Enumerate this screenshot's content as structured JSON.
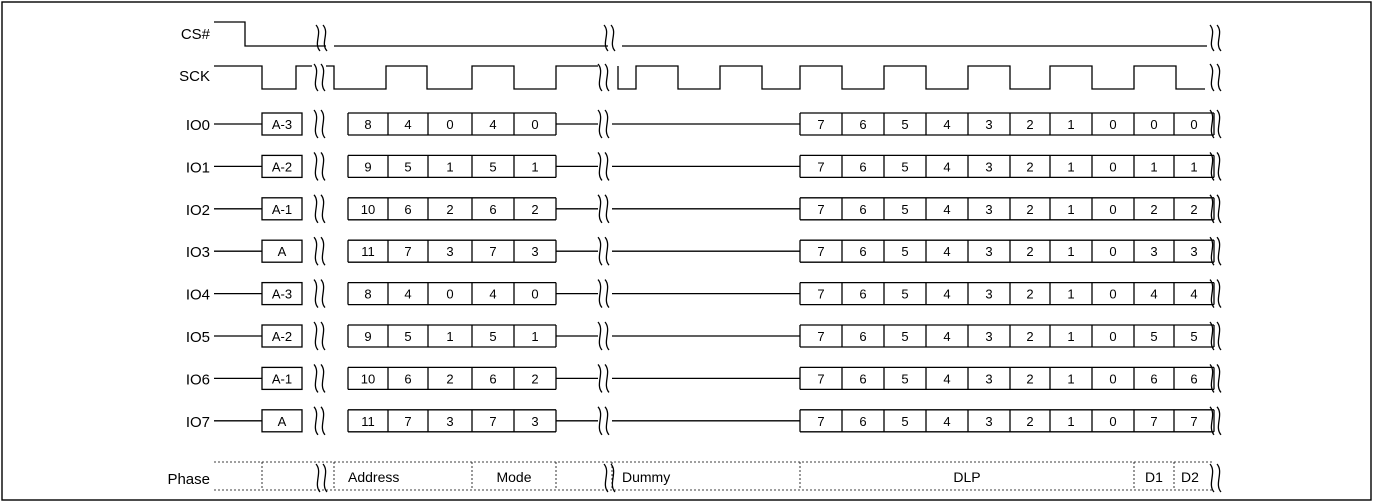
{
  "signals": {
    "cs": "CS#",
    "sck": "SCK",
    "phase": "Phase"
  },
  "io_lines": [
    {
      "name": "IO0",
      "head": "A-3",
      "addr": [
        "8",
        "4",
        "0",
        "4",
        "0"
      ],
      "data": [
        "7",
        "6",
        "5",
        "4",
        "3",
        "2",
        "1",
        "0",
        "0",
        "0"
      ]
    },
    {
      "name": "IO1",
      "head": "A-2",
      "addr": [
        "9",
        "5",
        "1",
        "5",
        "1"
      ],
      "data": [
        "7",
        "6",
        "5",
        "4",
        "3",
        "2",
        "1",
        "0",
        "1",
        "1"
      ]
    },
    {
      "name": "IO2",
      "head": "A-1",
      "addr": [
        "10",
        "6",
        "2",
        "6",
        "2"
      ],
      "data": [
        "7",
        "6",
        "5",
        "4",
        "3",
        "2",
        "1",
        "0",
        "2",
        "2"
      ]
    },
    {
      "name": "IO3",
      "head": "A",
      "addr": [
        "11",
        "7",
        "3",
        "7",
        "3"
      ],
      "data": [
        "7",
        "6",
        "5",
        "4",
        "3",
        "2",
        "1",
        "0",
        "3",
        "3"
      ]
    },
    {
      "name": "IO4",
      "head": "A-3",
      "addr": [
        "8",
        "4",
        "0",
        "4",
        "0"
      ],
      "data": [
        "7",
        "6",
        "5",
        "4",
        "3",
        "2",
        "1",
        "0",
        "4",
        "4"
      ]
    },
    {
      "name": "IO5",
      "head": "A-2",
      "addr": [
        "9",
        "5",
        "1",
        "5",
        "1"
      ],
      "data": [
        "7",
        "6",
        "5",
        "4",
        "3",
        "2",
        "1",
        "0",
        "5",
        "5"
      ]
    },
    {
      "name": "IO6",
      "head": "A-1",
      "addr": [
        "10",
        "6",
        "2",
        "6",
        "2"
      ],
      "data": [
        "7",
        "6",
        "5",
        "4",
        "3",
        "2",
        "1",
        "0",
        "6",
        "6"
      ]
    },
    {
      "name": "IO7",
      "head": "A",
      "addr": [
        "11",
        "7",
        "3",
        "7",
        "3"
      ],
      "data": [
        "7",
        "6",
        "5",
        "4",
        "3",
        "2",
        "1",
        "0",
        "7",
        "7"
      ]
    }
  ],
  "phases": [
    "Address",
    "Mode",
    "Dummy",
    "DLP",
    "D1",
    "D2"
  ]
}
